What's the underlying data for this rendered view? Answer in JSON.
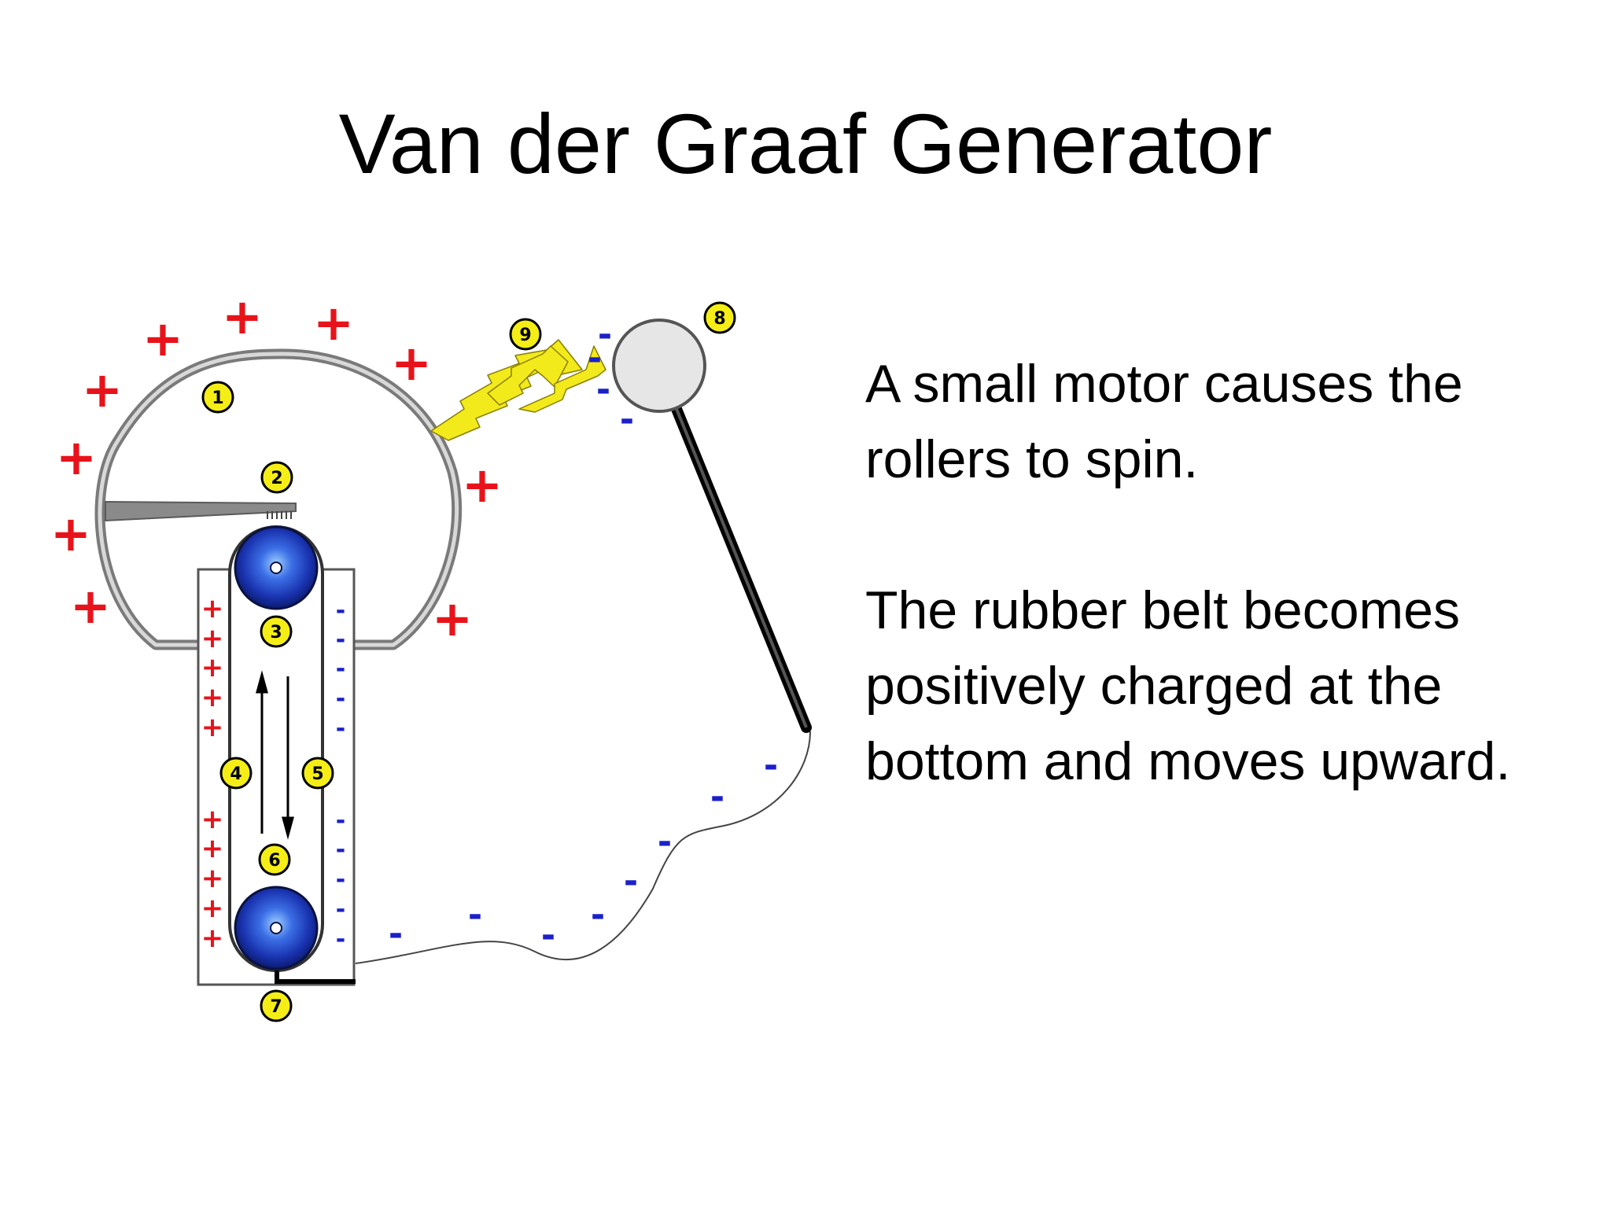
{
  "title": "Van der Graaf Generator",
  "paragraphs": [
    "A small motor causes the rollers to spin.",
    "The rubber belt becomes positively charged at the bottom and moves upward."
  ],
  "diagram": {
    "labels": [
      "1",
      "2",
      "3",
      "4",
      "5",
      "6",
      "7",
      "8",
      "9"
    ],
    "positive_symbol": "+",
    "negative_symbol": "-",
    "colors": {
      "positive": "#e8131a",
      "negative": "#1b20c9",
      "badge": "#f5ee16",
      "roller": "#1f45c8",
      "dome": "#8c8c8c",
      "spark": "#f2ea1a"
    }
  }
}
